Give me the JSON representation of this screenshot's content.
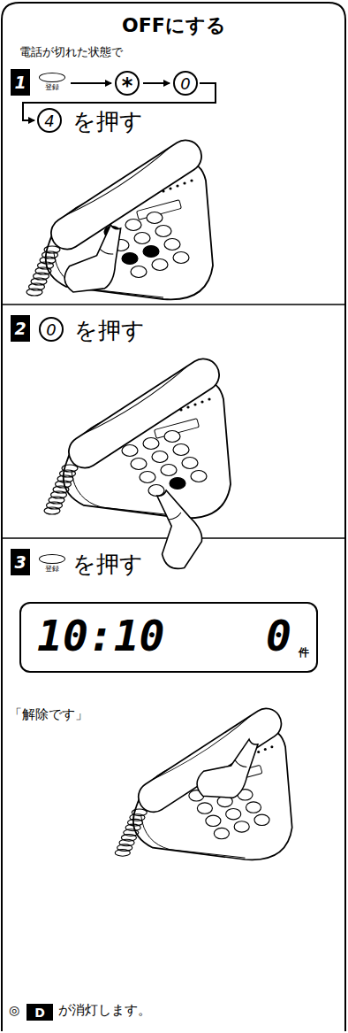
{
  "diagram": {
    "title": "OFFにする",
    "nodes": [
      {
        "text": [
          "1"
        ]
      },
      {
        "text": [
          "登録"
        ]
      },
      {
        "text": [
          "*"
        ]
      },
      {
        "text": [
          "0"
        ]
      },
      {
        "text": [
          "4"
        ]
      },
      {
        "text": [
          "2"
        ]
      },
      {
        "text": [
          "0"
        ]
      },
      {
        "text": [
          "3"
        ]
      },
      {
        "text": [
          "登録"
        ]
      },
      {
        "text": [
          "10:10",
          "0",
          "件"
        ]
      },
      {
        "text": [
          "D"
        ]
      }
    ],
    "edges": [
      {
        "from": 1,
        "to": 2,
        "arrow": "to"
      },
      {
        "from": 2,
        "to": 3,
        "arrow": "to"
      },
      {
        "from": 3,
        "to": 4,
        "arrow": "to"
      }
    ],
    "labels": [
      "電話が切れた状態で",
      "を押す",
      "を押す",
      "を押す",
      "「解除です」",
      "◎",
      "が消灯します。"
    ]
  }
}
